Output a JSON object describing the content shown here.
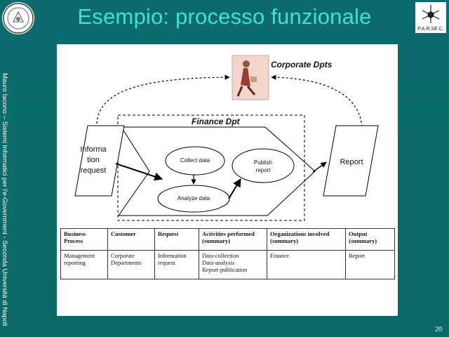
{
  "slide": {
    "title": "Esempio: processo funzionale",
    "sidebar_text": "Mauro Iacono – Sistemi Informatici per l'e-Government - Seconda Università di Napoli",
    "page_number": "20",
    "right_logo_text": "P.A.R.SE.C."
  },
  "diagram": {
    "corporate_label": "Corporate Dpts",
    "finance_label": "Finance Dpt",
    "info_request_lines": [
      "Informa",
      "tion",
      "request"
    ],
    "collect_label": "Collect data",
    "analyze_label": "Analyze data",
    "publish_lines": [
      "Publish",
      "report"
    ],
    "report_label": "Report"
  },
  "table": {
    "headers": [
      [
        "Business",
        "Process"
      ],
      [
        "Customer"
      ],
      [
        "Request"
      ],
      [
        "Activities performed",
        "(summary)"
      ],
      [
        "Organizations involved",
        "(summary)"
      ],
      [
        "Output",
        "(summary)"
      ]
    ],
    "row": [
      [
        "Management",
        "reporting"
      ],
      [
        "Corporate",
        "Departments"
      ],
      [
        "Information",
        "request"
      ],
      [
        "Data-collection",
        "Data-analysis",
        "Report-publication"
      ],
      [
        "Finance"
      ],
      [
        "Report"
      ]
    ]
  }
}
